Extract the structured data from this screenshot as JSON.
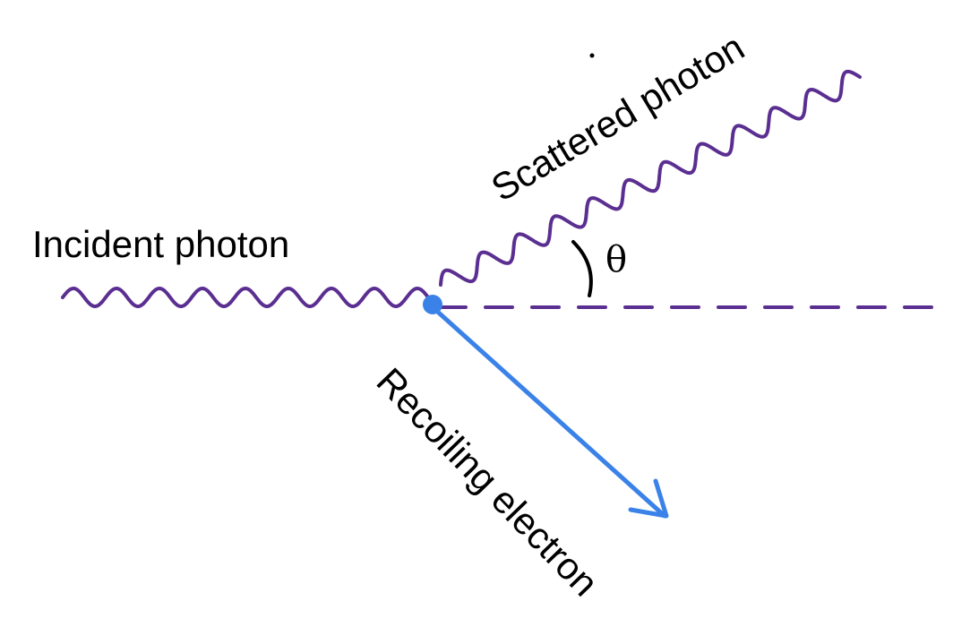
{
  "labels": {
    "incident": "Incident photon",
    "scattered": "Scattered photon",
    "recoil": "Recoiling electron",
    "angle": "θ"
  },
  "colors": {
    "photon": "#5b2f91",
    "electron": "#3b82e8",
    "text": "#000000",
    "background": "#ffffff"
  }
}
